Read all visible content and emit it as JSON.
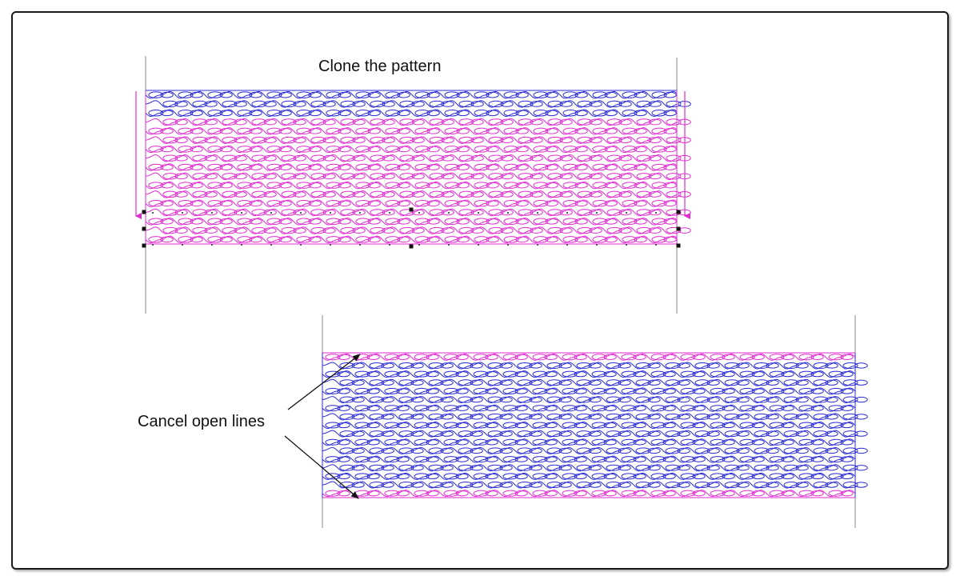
{
  "diagram": {
    "top_caption": "Clone the pattern",
    "bottom_caption": "Cancel open lines"
  },
  "colors": {
    "frame_border": "#1a1a1a",
    "guide_line": "#8a8a8a",
    "pattern_blue": "#2b2bd6",
    "pattern_magenta": "#e02bd0",
    "arrow": "#111111",
    "selection_handle": "#111111"
  },
  "patterns": [
    {
      "name": "top-pattern",
      "row_colors": [
        "pattern_blue",
        "pattern_blue",
        "pattern_blue",
        "pattern_magenta",
        "pattern_magenta",
        "pattern_magenta",
        "pattern_magenta",
        "pattern_magenta",
        "pattern_magenta",
        "pattern_magenta",
        "pattern_magenta",
        "pattern_magenta",
        "pattern_magenta",
        "pattern_magenta",
        "pattern_magenta",
        "pattern_magenta",
        "pattern_magenta"
      ],
      "selected": true,
      "clone_arrows": true
    },
    {
      "name": "bottom-pattern",
      "row_colors": [
        "pattern_magenta",
        "pattern_blue",
        "pattern_blue",
        "pattern_blue",
        "pattern_blue",
        "pattern_blue",
        "pattern_blue",
        "pattern_blue",
        "pattern_blue",
        "pattern_blue",
        "pattern_blue",
        "pattern_blue",
        "pattern_blue",
        "pattern_blue",
        "pattern_blue",
        "pattern_blue",
        "pattern_magenta"
      ],
      "selected": false,
      "clone_arrows": false
    }
  ]
}
